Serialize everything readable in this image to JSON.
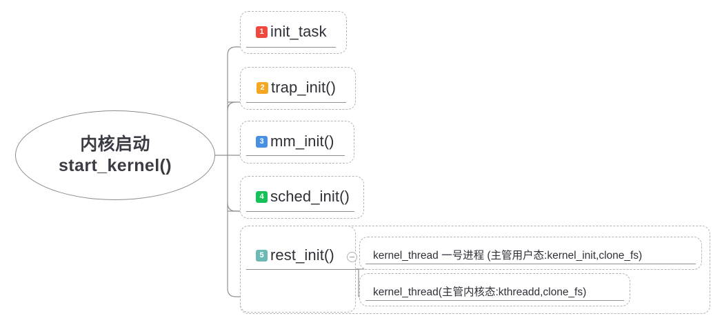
{
  "diagram": {
    "type": "mindmap",
    "root": {
      "line1": "内核启动",
      "line2": "start_kernel()"
    },
    "branches": [
      {
        "badge": "1",
        "badge_color": "#f0483e",
        "label": "init_task"
      },
      {
        "badge": "2",
        "badge_color": "#f5a623",
        "label": "trap_init()"
      },
      {
        "badge": "3",
        "badge_color": "#4a90e2",
        "label": "mm_init()"
      },
      {
        "badge": "4",
        "badge_color": "#18c05a",
        "label": "sched_init()"
      },
      {
        "badge": "5",
        "badge_color": "#6cb9b5",
        "label": "rest_init()"
      }
    ],
    "children": [
      {
        "label": "kernel_thread 一号进程 (主管用户态:kernel_init,clone_fs)"
      },
      {
        "label": "kernel_thread(主管内核态:kthreadd,clone_fs)"
      }
    ],
    "toggle": {
      "name": "collapse-minus-icon",
      "state": "expanded"
    }
  }
}
